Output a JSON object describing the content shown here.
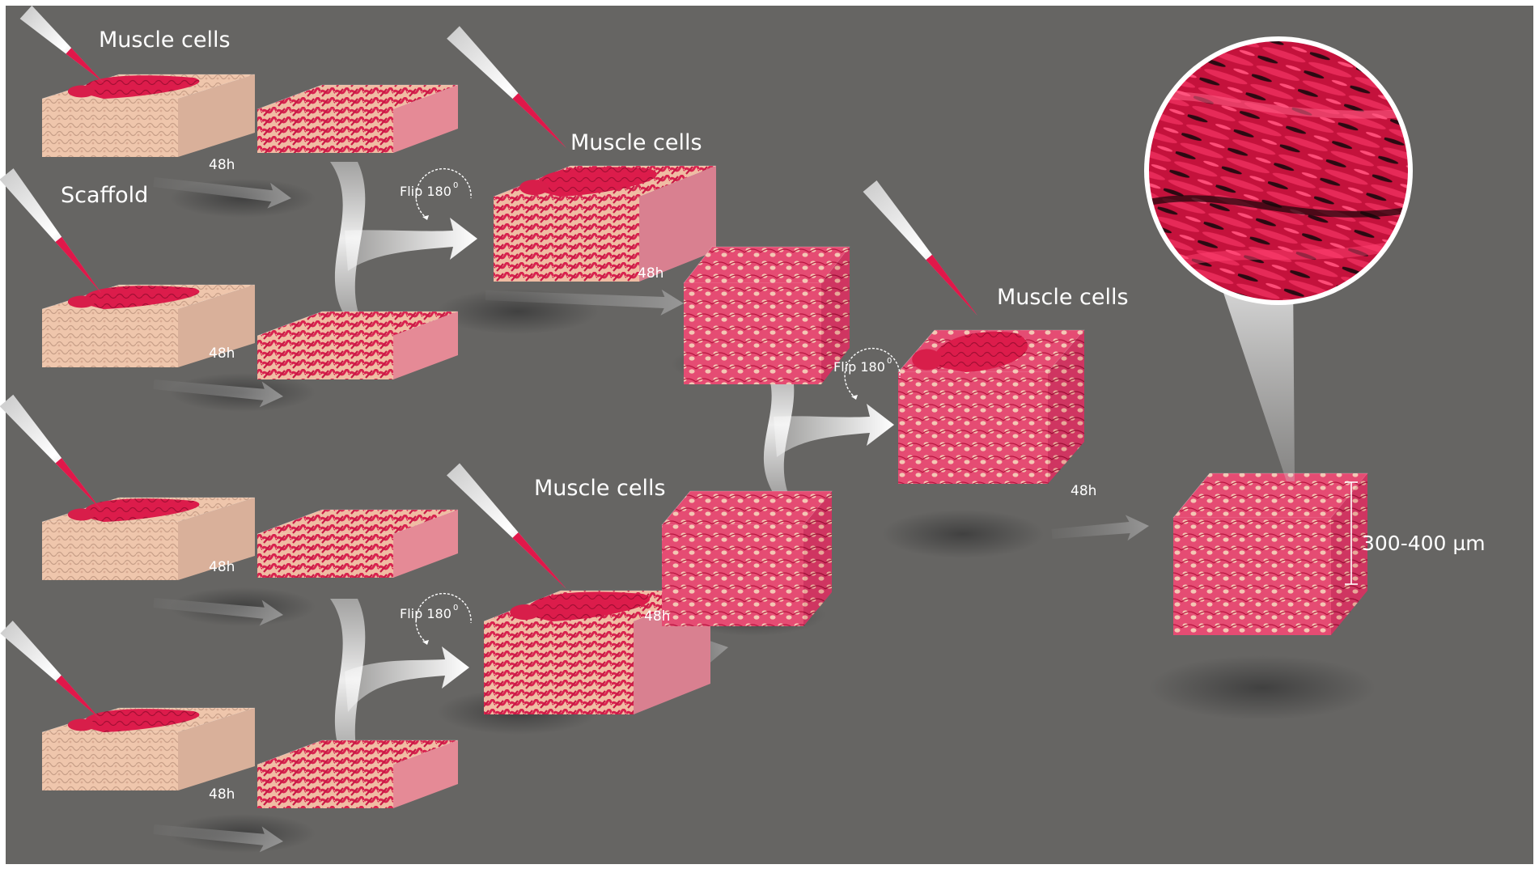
{
  "labels": {
    "muscle_cells": "Muscle cells",
    "scaffold": "Scaffold",
    "time_48h": "48h",
    "flip": "Flip 180",
    "flip_deg": "0",
    "scale": "300-400 µm"
  },
  "colors": {
    "background": "#666563",
    "frame": "#ffffff",
    "muscle": "#d81e4a",
    "muscle_dark": "#a8102f",
    "scaffold": "#efc6ac",
    "tissue": "#e8557a",
    "arrow": "#f2f2f2",
    "needle_tip": "#e0184a"
  }
}
